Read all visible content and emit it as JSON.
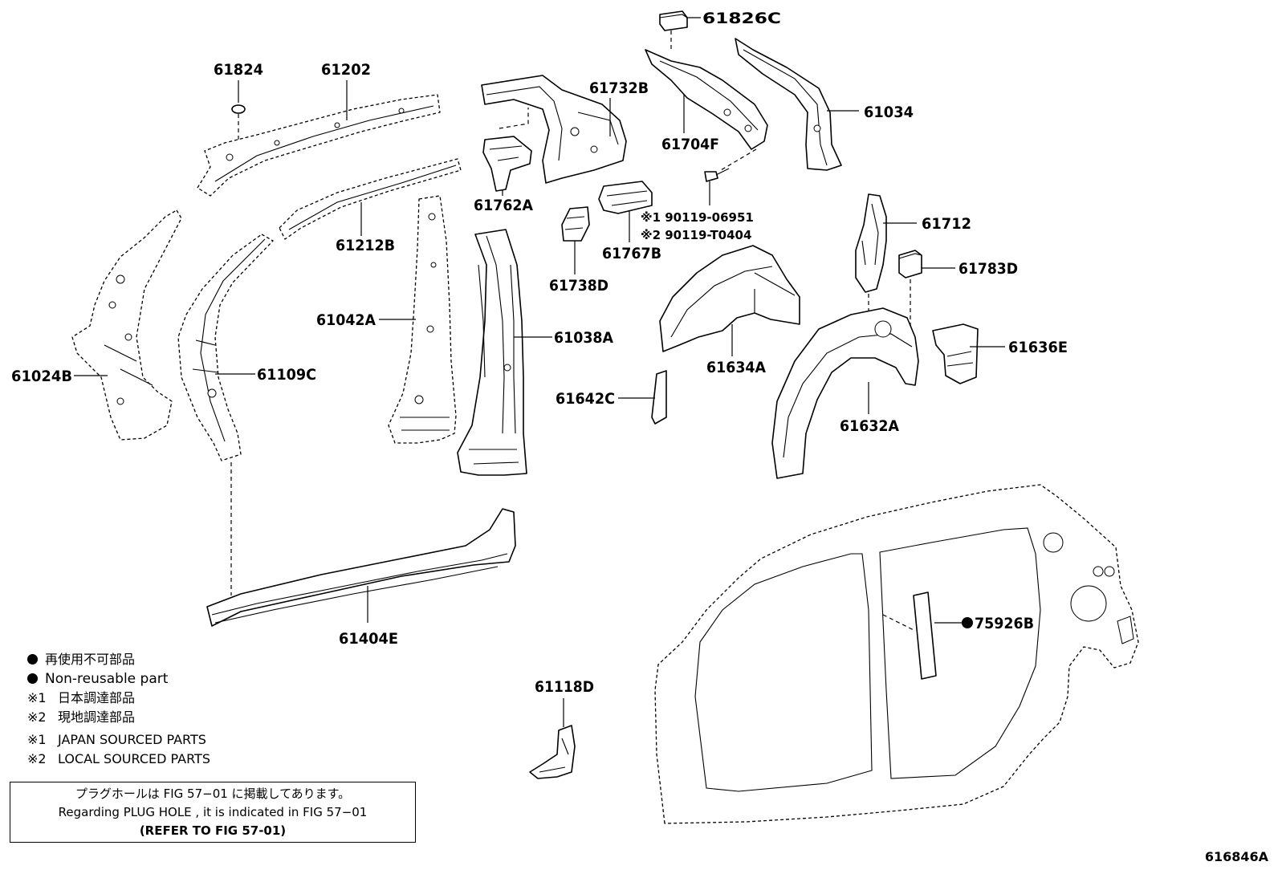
{
  "parts": {
    "p61826C": "61826C",
    "p61824": "61824",
    "p61202": "61202",
    "p61732B": "61732B",
    "p61034": "61034",
    "p61704F": "61704F",
    "p61762A": "61762A",
    "p61212B": "61212B",
    "p61767B": "61767B",
    "p61712": "61712",
    "p61783D": "61783D",
    "p61738D": "61738D",
    "p61042A": "61042A",
    "p61038A": "61038A",
    "p61634A": "61634A",
    "p61636E": "61636E",
    "p61024B": "61024B",
    "p61109C": "61109C",
    "p61642C": "61642C",
    "p61632A": "61632A",
    "p61404E": "61404E",
    "p75926B": "75926B",
    "p61118D": "61118D",
    "bolt1": "※1 90119-06951",
    "bolt2": "※2 90119-T0404"
  },
  "legend": {
    "jp_nonreusable": "再使用不可部品",
    "en_nonreusable": "Non-reusable part",
    "mark1": "※1",
    "mark2": "※2",
    "jp_japan": "日本調達部品",
    "jp_local": "現地調達部品",
    "en_japan": "JAPAN SOURCED PARTS",
    "en_local": "LOCAL SOURCED PARTS"
  },
  "note": {
    "jp": "プラグホールは FIG 57−01 に掲載してあります。",
    "en": "Regarding PLUG HOLE , it is indicated in FIG 57−01",
    "ref": "(REFER TO FIG 57-01)"
  },
  "figure_id": "616846A"
}
